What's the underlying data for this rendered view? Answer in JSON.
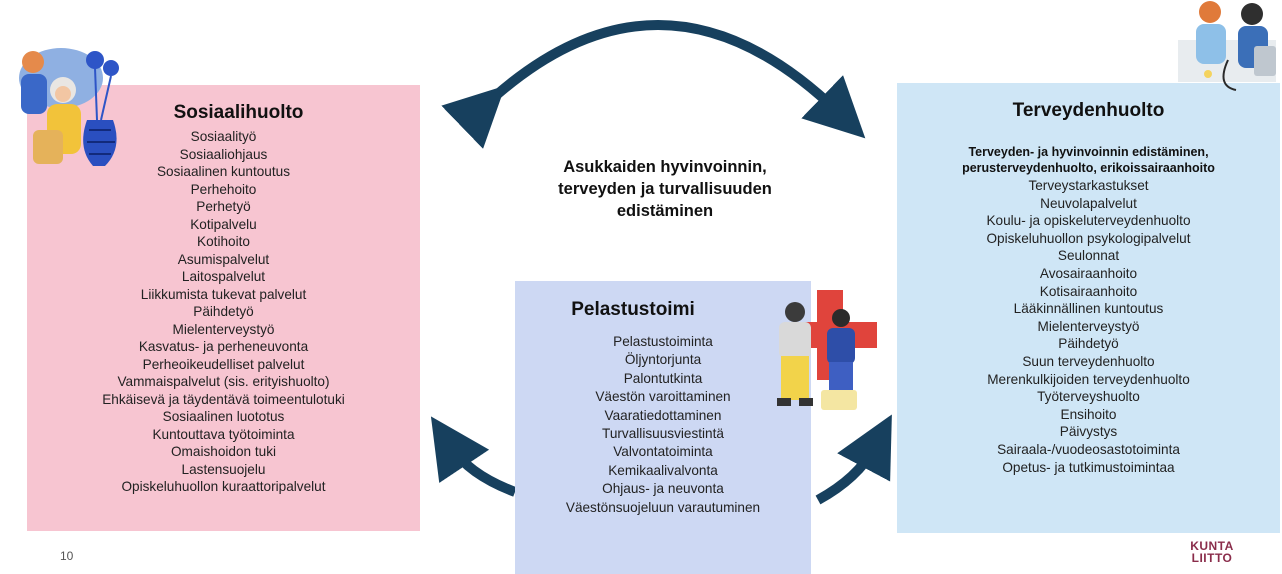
{
  "page_number": "10",
  "logo": {
    "line1": "KUNTA",
    "line2": "LIITTO"
  },
  "center": {
    "line1": "Asukkaiden hyvinvoinnin,",
    "line2": "terveyden ja turvallisuuden",
    "line3": "edistäminen"
  },
  "sosiaalihuolto": {
    "title": "Sosiaalihuolto",
    "items": [
      "Sosiaalityö",
      "Sosiaaliohjaus",
      "Sosiaalinen kuntoutus",
      "Perhehoito",
      "Perhetyö",
      "Kotipalvelu",
      "Kotihoito",
      "Asumispalvelut",
      "Laitospalvelut",
      "Liikkumista tukevat palvelut",
      "Päihdetyö",
      "Mielenterveystyö",
      "Kasvatus- ja perheneuvonta",
      "Perheoikeudelliset palvelut",
      "Vammaispalvelut (sis. erityishuolto)",
      "Ehkäisevä ja täydentävä toimeentulotuki",
      "Sosiaalinen luototus",
      "Kuntouttava työtoiminta",
      "Omaishoidon tuki",
      "Lastensuojelu",
      "Opiskeluhuollon kuraattoripalvelut"
    ]
  },
  "terveydenhuolto": {
    "title": "Terveydenhuolto",
    "subtitle_line1": "Terveyden- ja hyvinvoinnin edistäminen,",
    "subtitle_line2": "perusterveydenhuolto, erikoissairaanhoito",
    "items": [
      "Terveystarkastukset",
      "Neuvolapalvelut",
      "Koulu- ja opiskeluterveydenhuolto",
      "Opiskeluhuollon psykologipalvelut",
      "Seulonnat",
      "Avosairaanhoito",
      "Kotisairaanhoito",
      "Lääkinnällinen kuntoutus",
      "Mielenterveystyö",
      "Päihdetyö",
      "Suun terveydenhuolto",
      "Merenkulkijoiden terveydenhuolto",
      "Työterveyshuolto",
      "Ensihoito",
      "Päivystys",
      "Sairaala-/vuodeosastotoiminta",
      "Opetus- ja tutkimustoimintaa"
    ]
  },
  "pelastustoimi": {
    "title": "Pelastustoimi",
    "items": [
      "Pelastustoiminta",
      "Öljyntorjunta",
      "Palontutkinta",
      "Väestön varoittaminen",
      "Vaaratiedottaminen",
      "Turvallisuusviestintä",
      "Valvontatoiminta",
      "Kemikaalivalvonta",
      "Ohjaus- ja neuvonta",
      "Väestönsuojeluun varautuminen"
    ]
  },
  "colors": {
    "sosiaali_bg": "#f7c5d1",
    "terveys_bg": "#cfe6f6",
    "pelastus_bg": "#cdd8f3",
    "arrow": "#17405e"
  },
  "icons": [
    "elderly-care-illustration-icon",
    "doctor-patient-illustration-icon",
    "rescue-workers-illustration-icon"
  ]
}
